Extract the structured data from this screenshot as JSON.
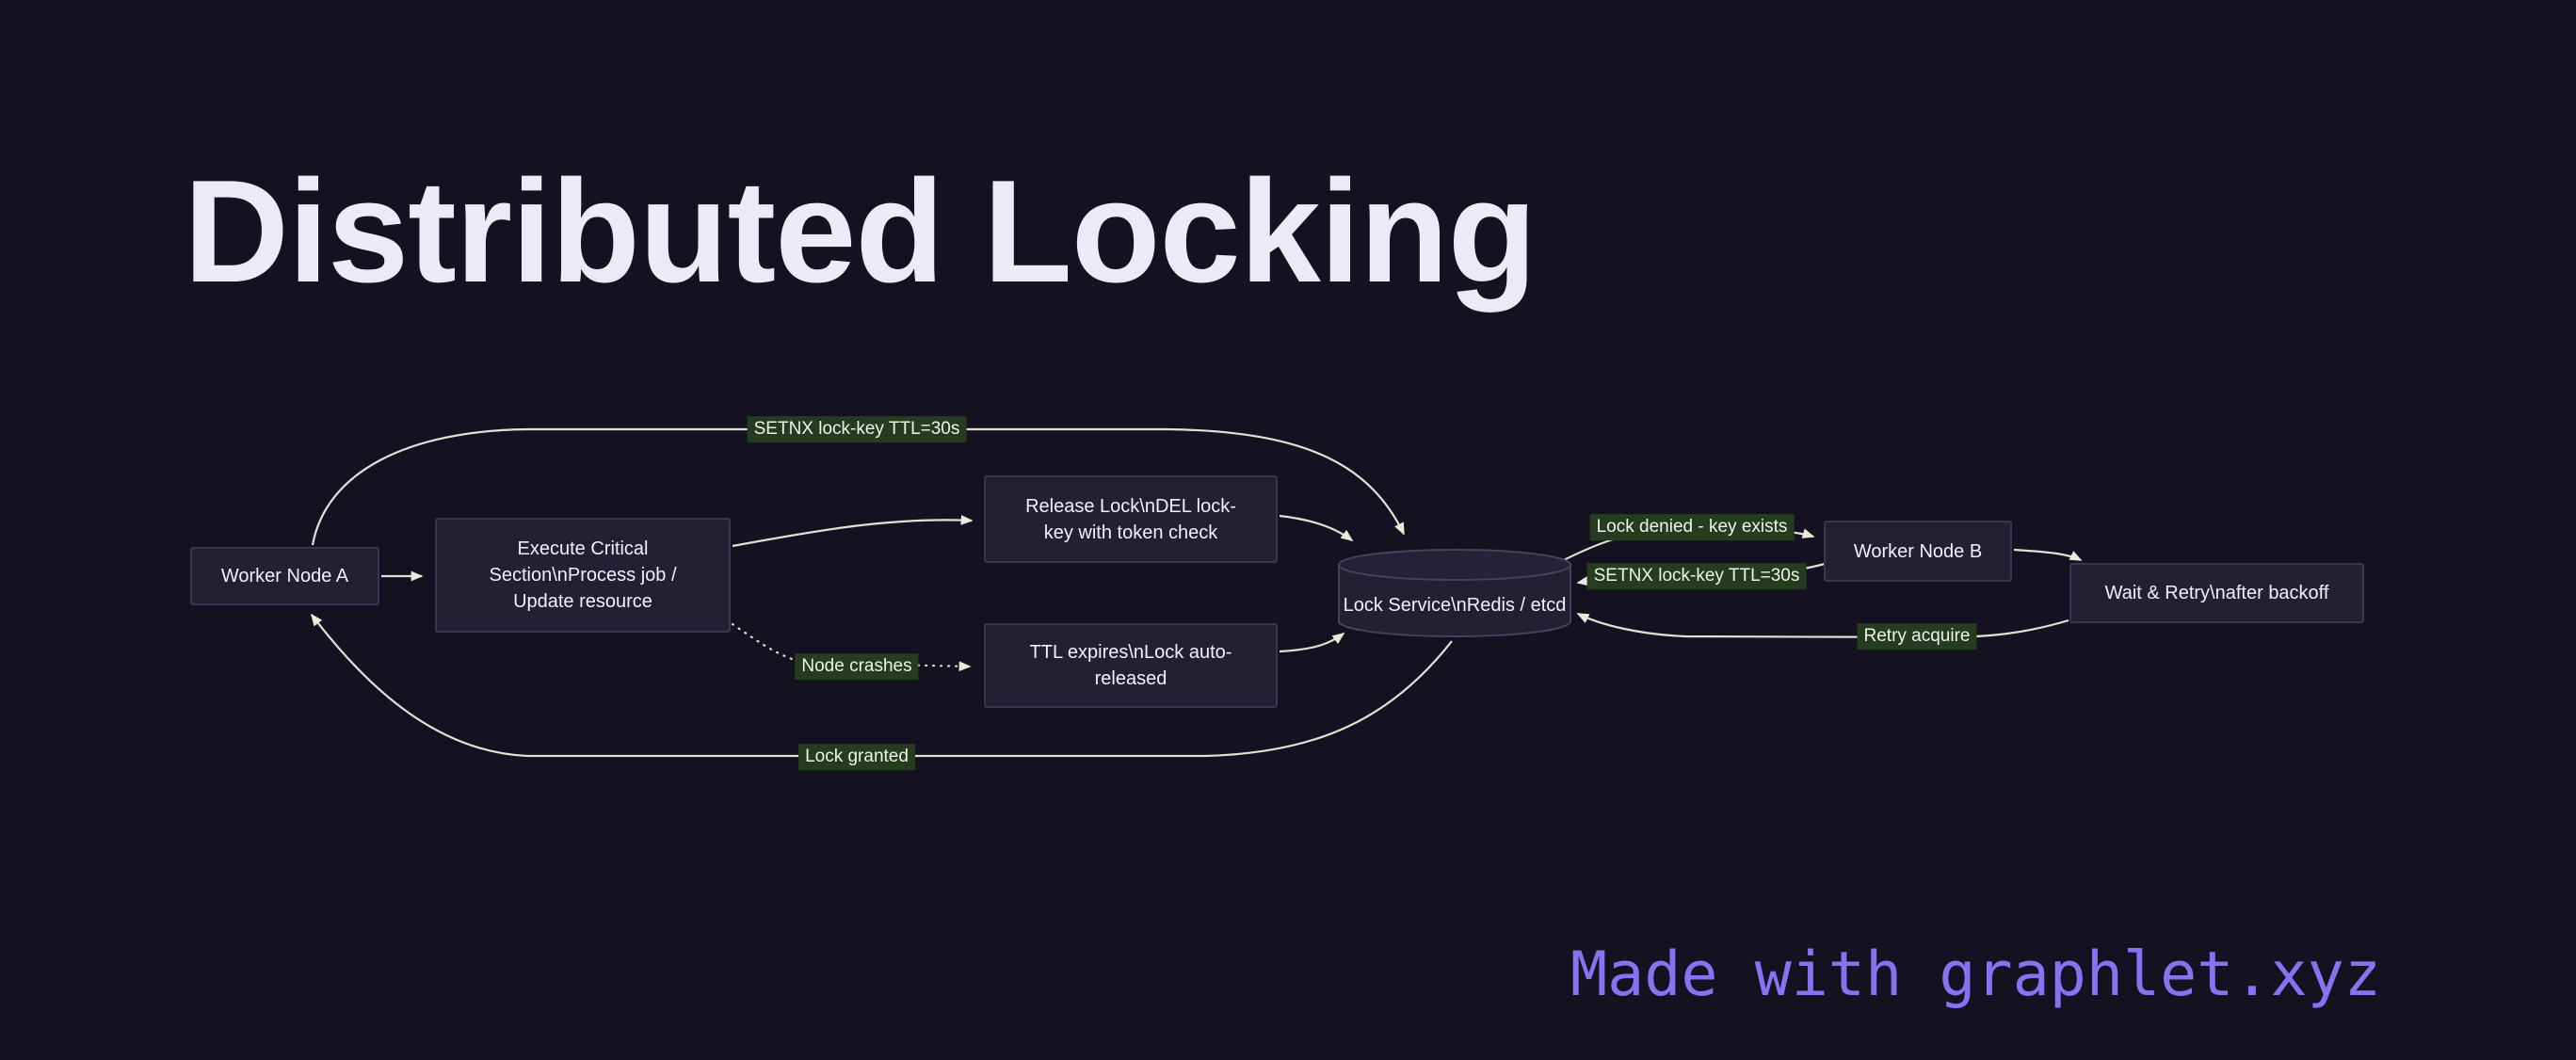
{
  "title": "Distributed Locking",
  "watermark": "Made with graphlet.xyz",
  "colors": {
    "background": "#141220",
    "node_fill": "#222032",
    "node_border": "#393651",
    "node_text": "#f2f0fa",
    "edge_line": "#e4e0d3",
    "edge_label_bg": "#263c1e",
    "edge_label_text": "#eef3ea",
    "title_text": "#eceaf6",
    "watermark_text": "#8673f2"
  },
  "nodes": {
    "worker_a": {
      "label": "Worker Node A",
      "shape": "rect"
    },
    "execute_critical": {
      "label": "Execute Critical Section\\nProcess job / Update resource",
      "shape": "rect"
    },
    "release_lock": {
      "label": "Release Lock\\nDEL lock-key with token check",
      "shape": "rect"
    },
    "ttl_expires": {
      "label": "TTL expires\\nLock auto-released",
      "shape": "rect"
    },
    "lock_service": {
      "label": "Lock Service\\nRedis / etcd",
      "shape": "cylinder"
    },
    "worker_b": {
      "label": "Worker Node B",
      "shape": "rect"
    },
    "wait_retry": {
      "label": "Wait & Retry\\nafter backoff",
      "shape": "rect"
    }
  },
  "edge_labels": {
    "setnx_a": "SETNX lock-key TTL=30s",
    "node_crashes": "Node crashes",
    "lock_granted": "Lock granted",
    "lock_denied": "Lock denied - key exists",
    "setnx_b": "SETNX lock-key TTL=30s",
    "retry_acquire": "Retry acquire"
  },
  "edges": [
    {
      "from": "worker_a",
      "to": "lock_service",
      "label": "SETNX lock-key TTL=30s",
      "style": "solid"
    },
    {
      "from": "worker_a",
      "to": "execute_critical",
      "label": "",
      "style": "solid"
    },
    {
      "from": "execute_critical",
      "to": "release_lock",
      "label": "",
      "style": "solid"
    },
    {
      "from": "execute_critical",
      "to": "ttl_expires",
      "label": "Node crashes",
      "style": "dotted"
    },
    {
      "from": "release_lock",
      "to": "lock_service",
      "label": "",
      "style": "solid"
    },
    {
      "from": "ttl_expires",
      "to": "lock_service",
      "label": "",
      "style": "solid"
    },
    {
      "from": "lock_service",
      "to": "worker_a",
      "label": "Lock granted",
      "style": "solid"
    },
    {
      "from": "lock_service",
      "to": "worker_b",
      "label": "Lock denied - key exists",
      "style": "solid"
    },
    {
      "from": "worker_b",
      "to": "lock_service",
      "label": "SETNX lock-key TTL=30s",
      "style": "solid"
    },
    {
      "from": "worker_b",
      "to": "wait_retry",
      "label": "",
      "style": "solid"
    },
    {
      "from": "wait_retry",
      "to": "lock_service",
      "label": "Retry acquire",
      "style": "solid"
    }
  ]
}
